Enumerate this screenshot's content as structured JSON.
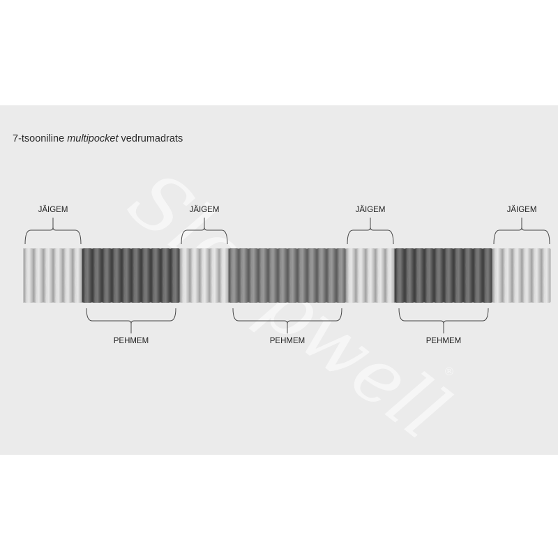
{
  "title": {
    "prefix": "7-tsooniline ",
    "emphasis": "multipocket",
    "suffix": " vedrumadrats"
  },
  "zones": [
    {
      "type": "firm",
      "label": "JÄIGEM",
      "springs": 6,
      "tone": "light"
    },
    {
      "type": "soft",
      "label": "PEHMEM",
      "springs": 10,
      "tone": "dark"
    },
    {
      "type": "firm",
      "label": "JÄIGEM",
      "springs": 5,
      "tone": "light"
    },
    {
      "type": "soft",
      "label": "PEHMEM",
      "springs": 12,
      "tone": "mid"
    },
    {
      "type": "firm",
      "label": "JÄIGEM",
      "springs": 5,
      "tone": "light"
    },
    {
      "type": "soft",
      "label": "PEHMEM",
      "springs": 10,
      "tone": "dark"
    },
    {
      "type": "firm",
      "label": "JÄIGEM",
      "springs": 6,
      "tone": "light"
    }
  ],
  "watermark": {
    "text": "Sleepwell",
    "mark": "®"
  },
  "colors": {
    "panel": "#ebebeb",
    "light_spring": "#c9c9c9",
    "mid_spring": "#7c7c7c",
    "dark_spring": "#5c5c5c",
    "bracket": "#444444"
  }
}
